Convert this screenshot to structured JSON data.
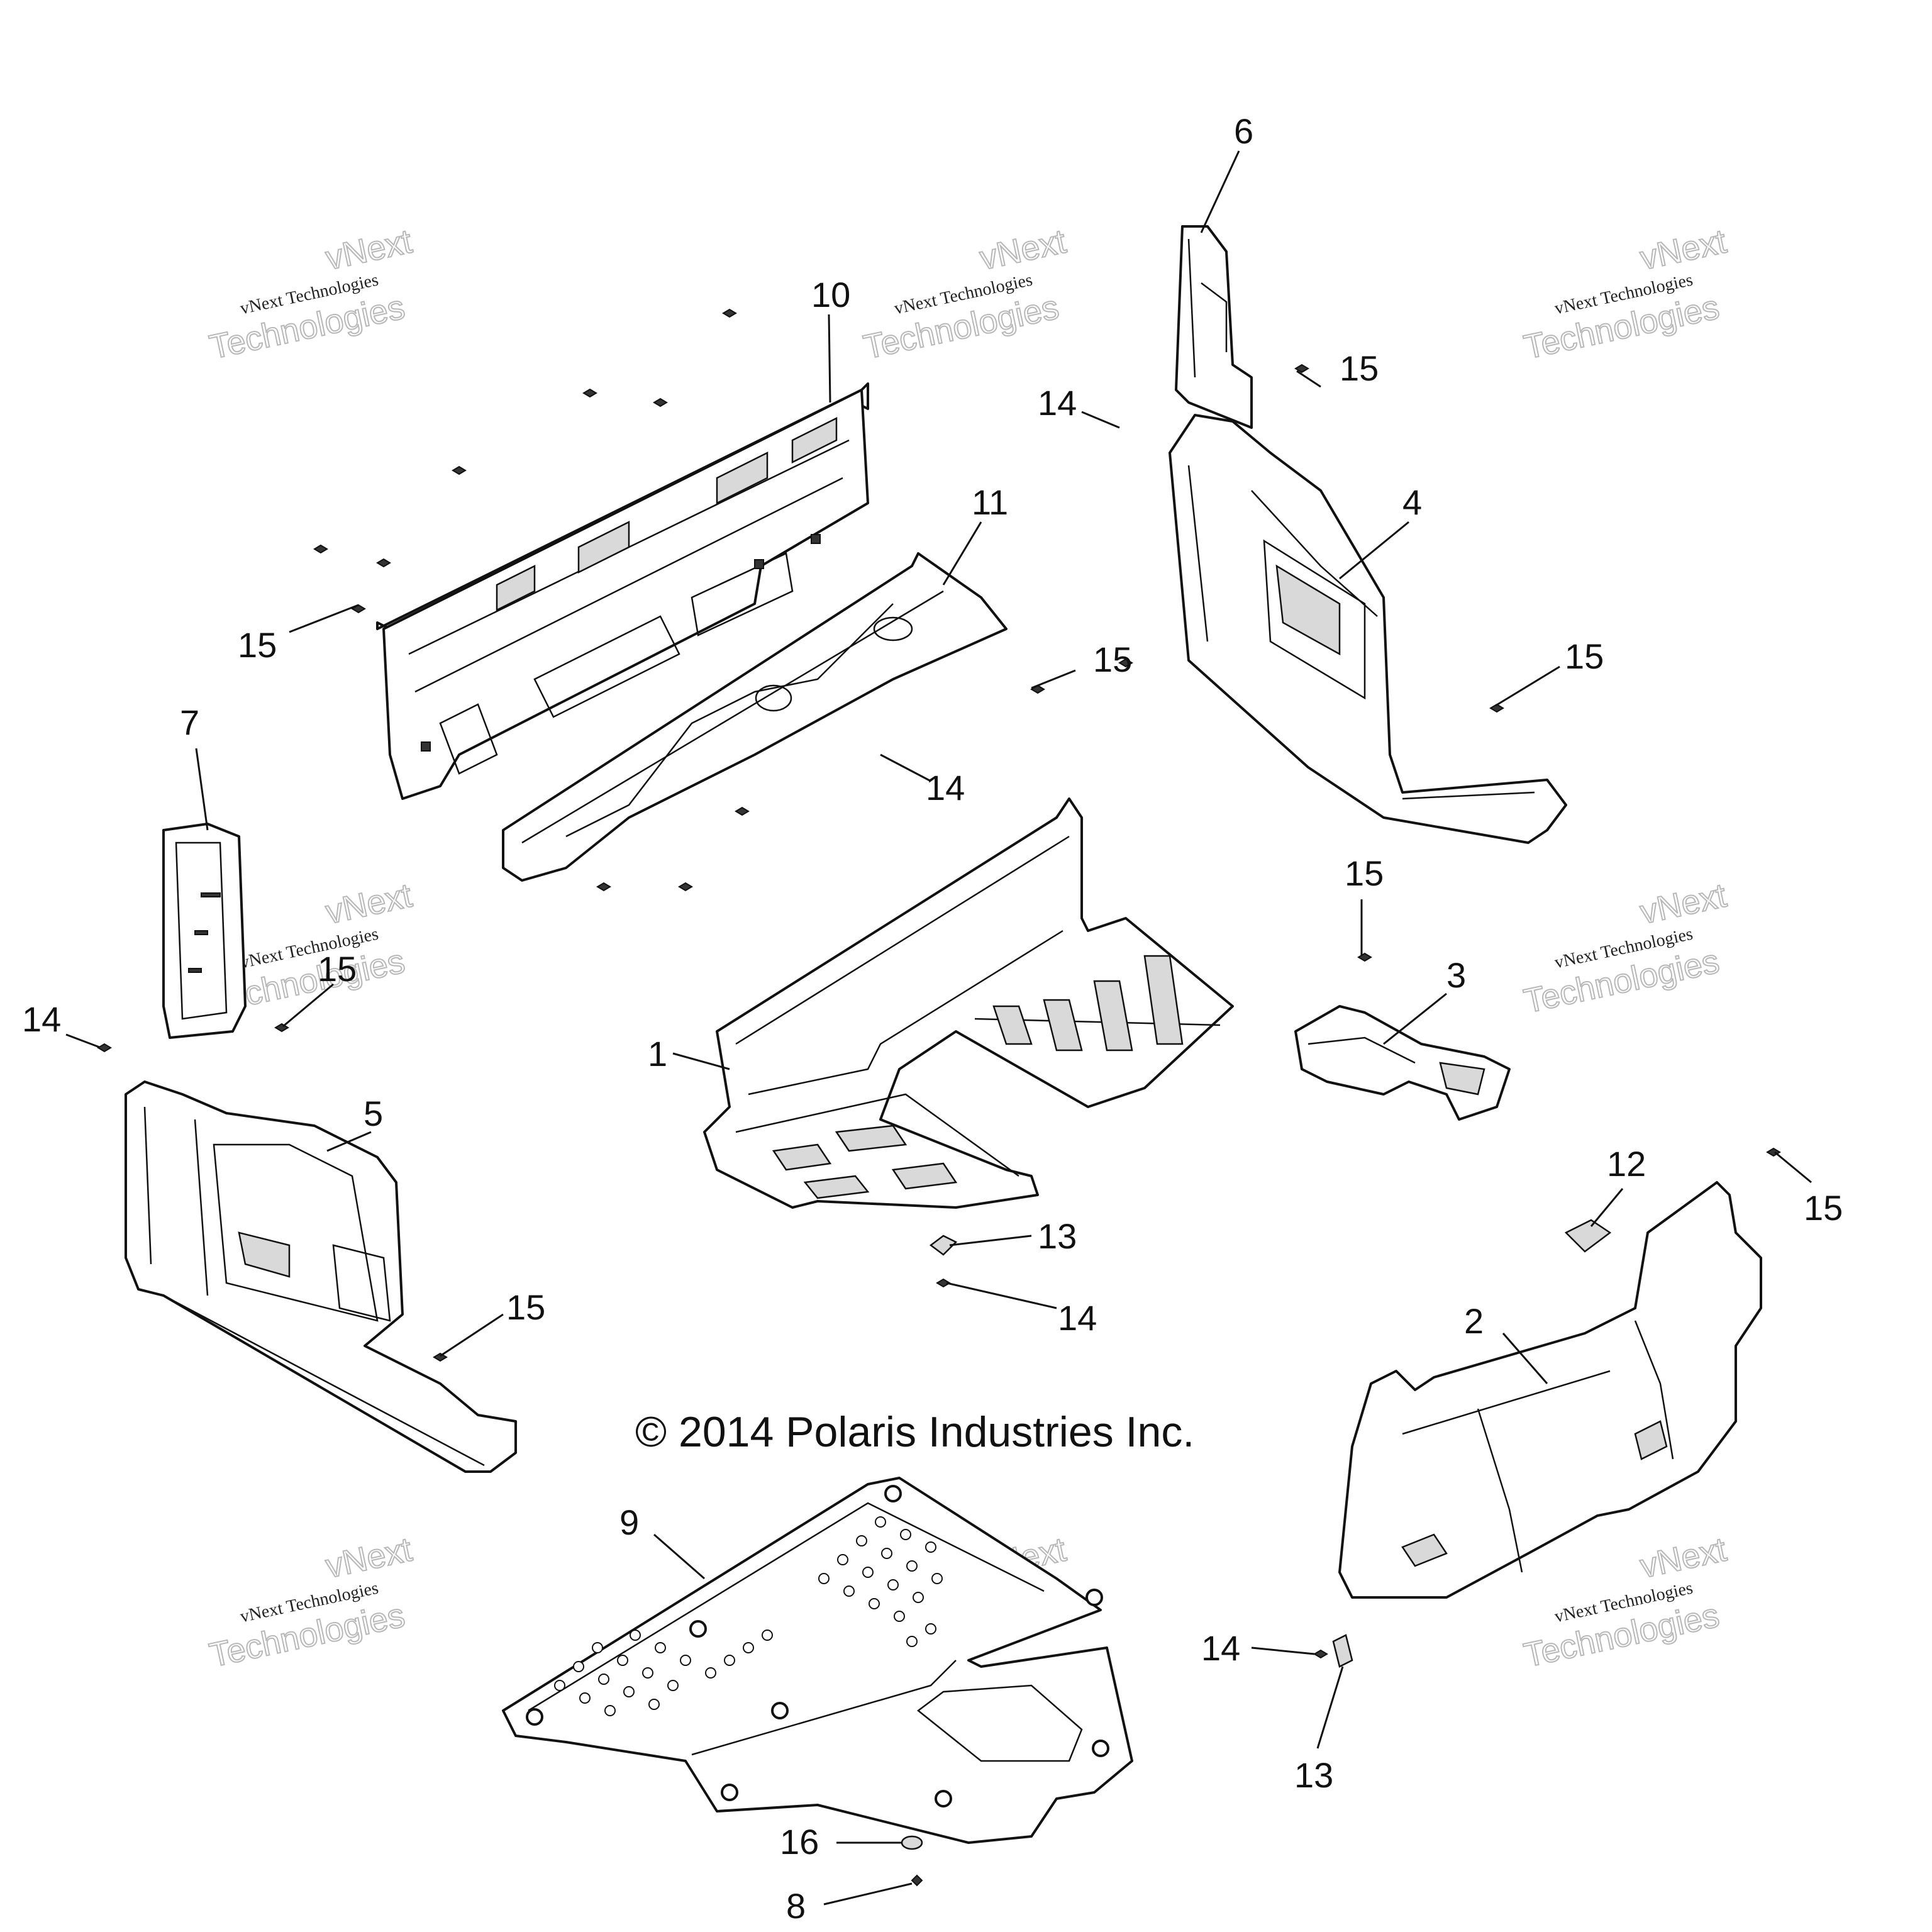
{
  "copyright": "© 2014 Polaris Industries Inc.",
  "watermark": {
    "line1": "vNext Technologies",
    "line2": "Technologies",
    "line3": "vNext"
  },
  "callouts": {
    "c1": "1",
    "c2": "2",
    "c3": "3",
    "c4": "4",
    "c5": "5",
    "c6": "6",
    "c7": "7",
    "c8": "8",
    "c9": "9",
    "c10": "10",
    "c11": "11",
    "c12": "12",
    "c13a": "13",
    "c13b": "13",
    "c14a": "14",
    "c14b": "14",
    "c14c": "14",
    "c14d": "14",
    "c14e": "14",
    "c15a": "15",
    "c15b": "15",
    "c15c": "15",
    "c15d": "15",
    "c15e": "15",
    "c15f": "15",
    "c15g": "15",
    "c15h": "15",
    "c16": "16"
  }
}
